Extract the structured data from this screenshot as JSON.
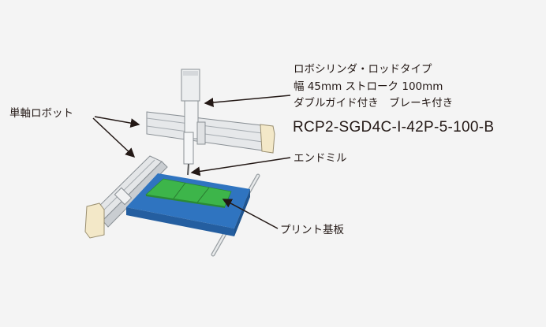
{
  "labels": {
    "single_axis_robot": "単軸ロボット",
    "rod_line1": "ロボシリンダ・ロッドタイプ",
    "rod_line2": "幅 45mm  ストローク 100mm",
    "rod_line3": "ダブルガイド付き　ブレーキ付き",
    "model_number": "RCP2-SGD4C-I-42P-5-100-B",
    "end_mill": "エンドミル",
    "pcb": "プリント基板"
  },
  "colors": {
    "plate": "#2f74c0",
    "board": "#3db54a",
    "cap": "#f3e8c8",
    "actuator": "#e6e8ea"
  }
}
